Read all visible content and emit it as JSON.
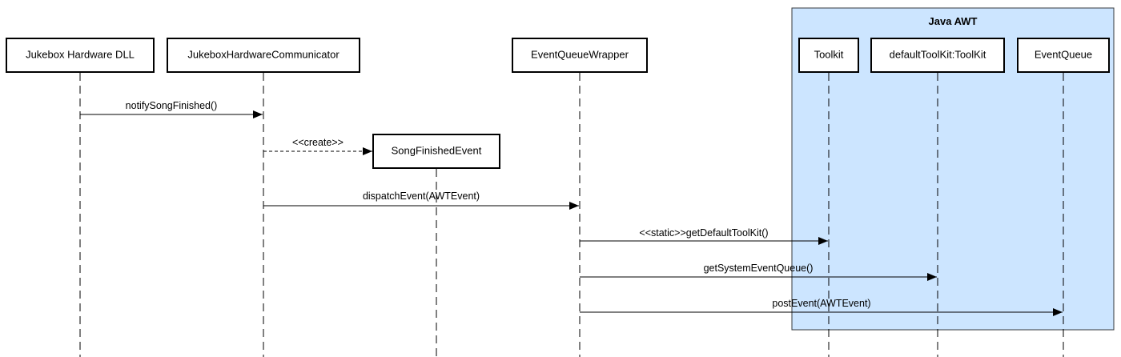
{
  "frame": {
    "title": "Java AWT",
    "fill": "#cce5ff",
    "stroke": "#36393d"
  },
  "lifelines": [
    {
      "id": "jukebox-hardware-dll",
      "label": "Jukebox Hardware DLL"
    },
    {
      "id": "jukebox-hardware-communicator",
      "label": "JukeboxHardwareCommunicator"
    },
    {
      "id": "song-finished-event",
      "label": "SongFinishedEvent"
    },
    {
      "id": "event-queue-wrapper",
      "label": "EventQueueWrapper"
    },
    {
      "id": "toolkit",
      "label": "Toolkit"
    },
    {
      "id": "default-toolkit",
      "label": "defaultToolKit:ToolKit"
    },
    {
      "id": "event-queue",
      "label": "EventQueue"
    }
  ],
  "messages": [
    {
      "id": "notify-song-finished",
      "label": "notifySongFinished()",
      "from": "jukebox-hardware-dll",
      "to": "jukebox-hardware-communicator",
      "style": "solid"
    },
    {
      "id": "create",
      "label": "<<create>>",
      "from": "jukebox-hardware-communicator",
      "to": "song-finished-event",
      "style": "dashed"
    },
    {
      "id": "dispatch-event",
      "label": "dispatchEvent(AWTEvent)",
      "from": "jukebox-hardware-communicator",
      "to": "event-queue-wrapper",
      "style": "solid"
    },
    {
      "id": "get-default-toolkit",
      "label": "<<static>>getDefaultToolKit()",
      "from": "event-queue-wrapper",
      "to": "toolkit",
      "style": "solid"
    },
    {
      "id": "get-system-event-queue",
      "label": "getSystemEventQueue()",
      "from": "event-queue-wrapper",
      "to": "default-toolkit",
      "style": "solid"
    },
    {
      "id": "post-event",
      "label": "postEvent(AWTEvent)",
      "from": "event-queue-wrapper",
      "to": "event-queue",
      "style": "solid"
    }
  ]
}
